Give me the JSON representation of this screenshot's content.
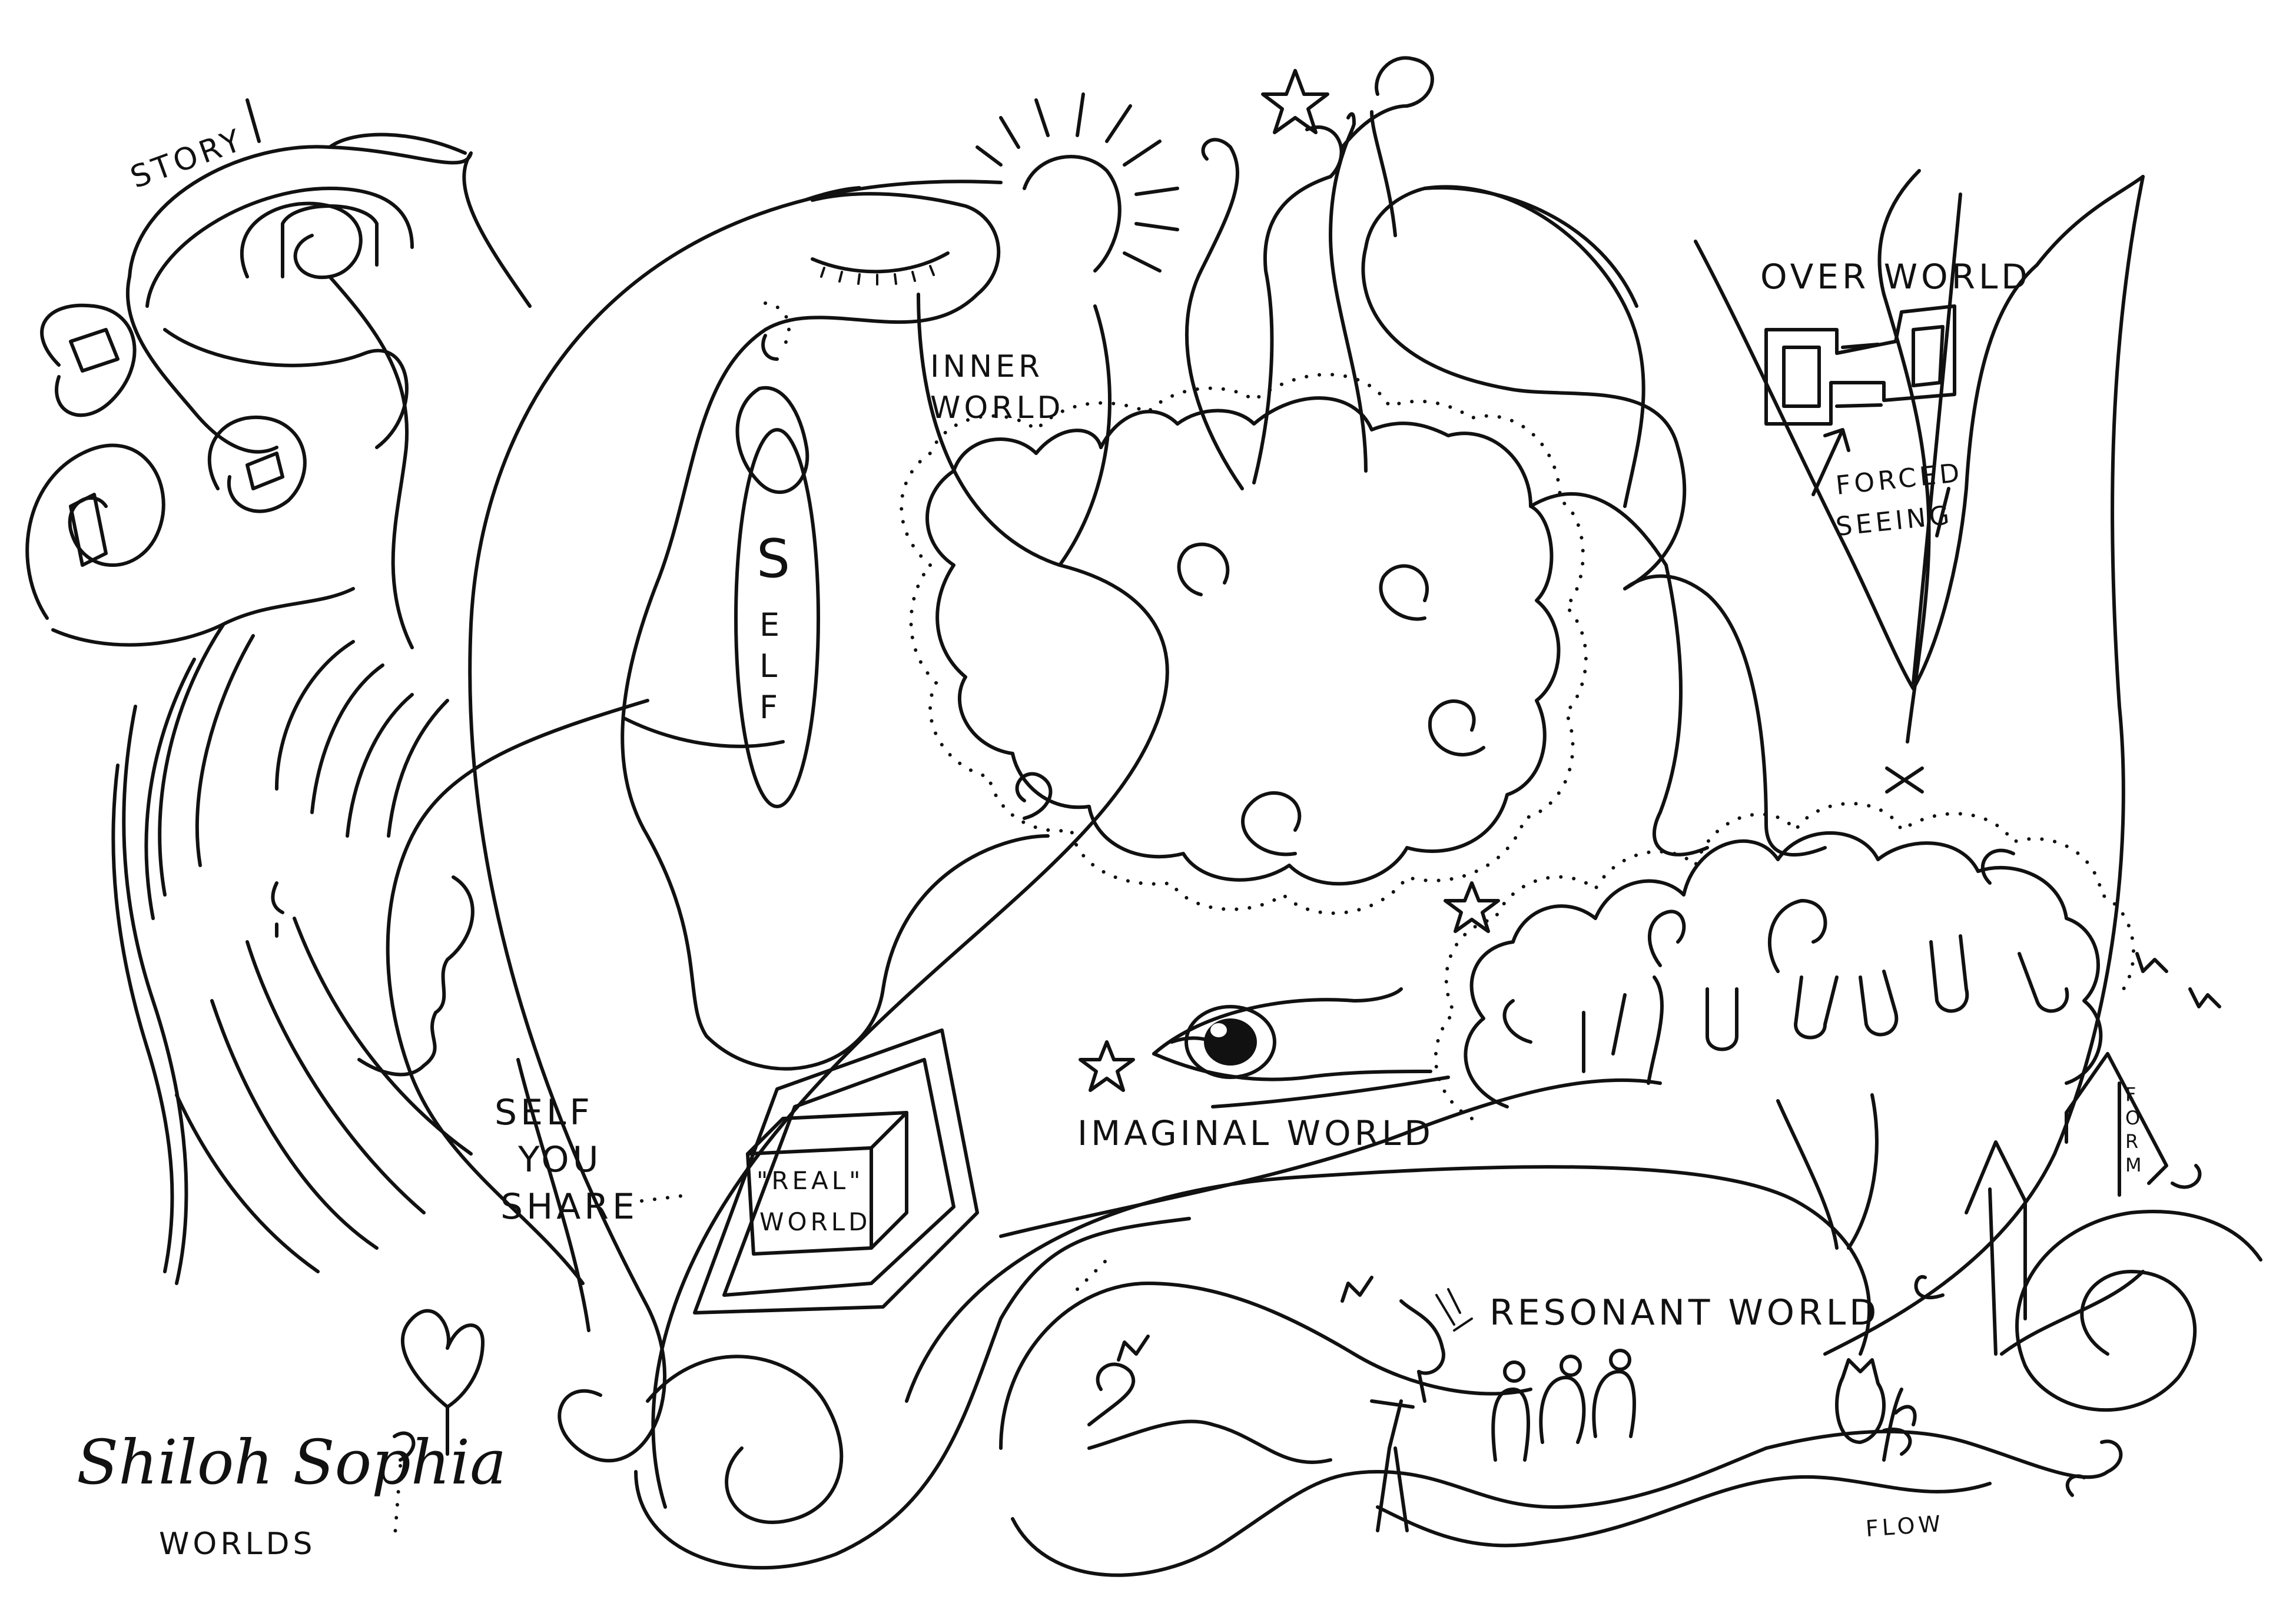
{
  "drawing": {
    "labels": {
      "story": "STORY",
      "inner_world_1": "INNER",
      "inner_world_2": "WORLD",
      "self_letters": [
        "S",
        "E",
        "L",
        "F"
      ],
      "over_world": "OVER WORLD",
      "forced_seeing_1": "FORCED",
      "forced_seeing_2": "SEEING",
      "imaginal_world": "IMAGINAL WORLD",
      "self_you_share_1": "SELF",
      "self_you_share_2": "YOU",
      "self_you_share_3": "SHARE",
      "real_world_1": "\"REAL\"",
      "real_world_2": "WORLD",
      "resonant_world": "RESONANT WORLD",
      "form_letters": [
        "F",
        "O",
        "R",
        "M"
      ],
      "flow": "FLOW",
      "title": "WORLDS"
    },
    "signature": "Shiloh Sophia",
    "colors": {
      "ink": "#111111",
      "paper": "#ffffff"
    },
    "icons": [
      "sun-icon",
      "star-icon",
      "eye-icon",
      "heart-icon",
      "bird-icon",
      "scroll-icon",
      "cloud-icon",
      "tree-icon",
      "cube-icon",
      "person-icon",
      "cat-icon"
    ]
  }
}
